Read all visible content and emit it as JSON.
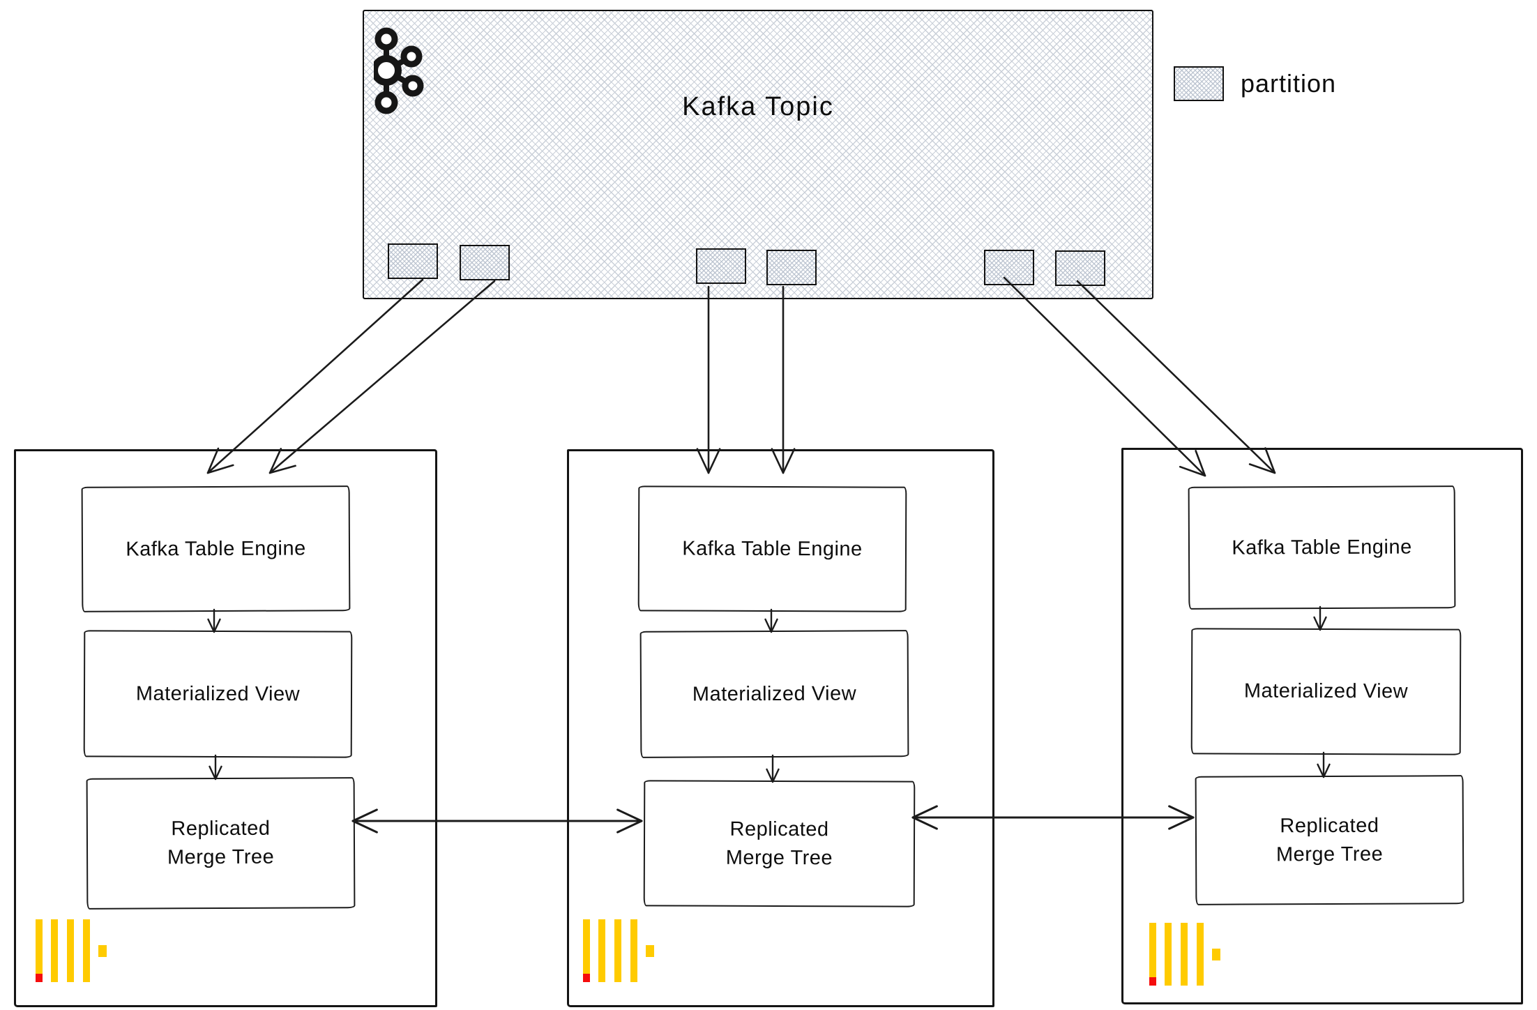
{
  "diagram": {
    "title": "Kafka Topic"
  },
  "legend": {
    "label": "partition"
  },
  "replicas": [
    {
      "kafka_table_engine": "Kafka Table Engine",
      "materialized_view": "Materialized View",
      "replicated_merge_tree": "Replicated Merge Tree"
    },
    {
      "kafka_table_engine": "Kafka Table Engine",
      "materialized_view": "Materialized View",
      "replicated_merge_tree": "Replicated Merge Tree"
    },
    {
      "kafka_table_engine": "Kafka Table Engine",
      "materialized_view": "Materialized View",
      "replicated_merge_tree": "Replicated Merge Tree"
    }
  ],
  "icons": {
    "kafka_logo": "kafka-logo-icon",
    "clickhouse_logo": "clickhouse-logo-icon",
    "partition_swatch": "crosshatch-partition-swatch"
  },
  "theme": {
    "ink": "#1B1B1B",
    "hatch_color": "#C9CFD8",
    "hatch_dense_color": "#BDC5D1",
    "clickhouse_yellow": "#FFCB00",
    "clickhouse_red": "#F50D0D"
  }
}
